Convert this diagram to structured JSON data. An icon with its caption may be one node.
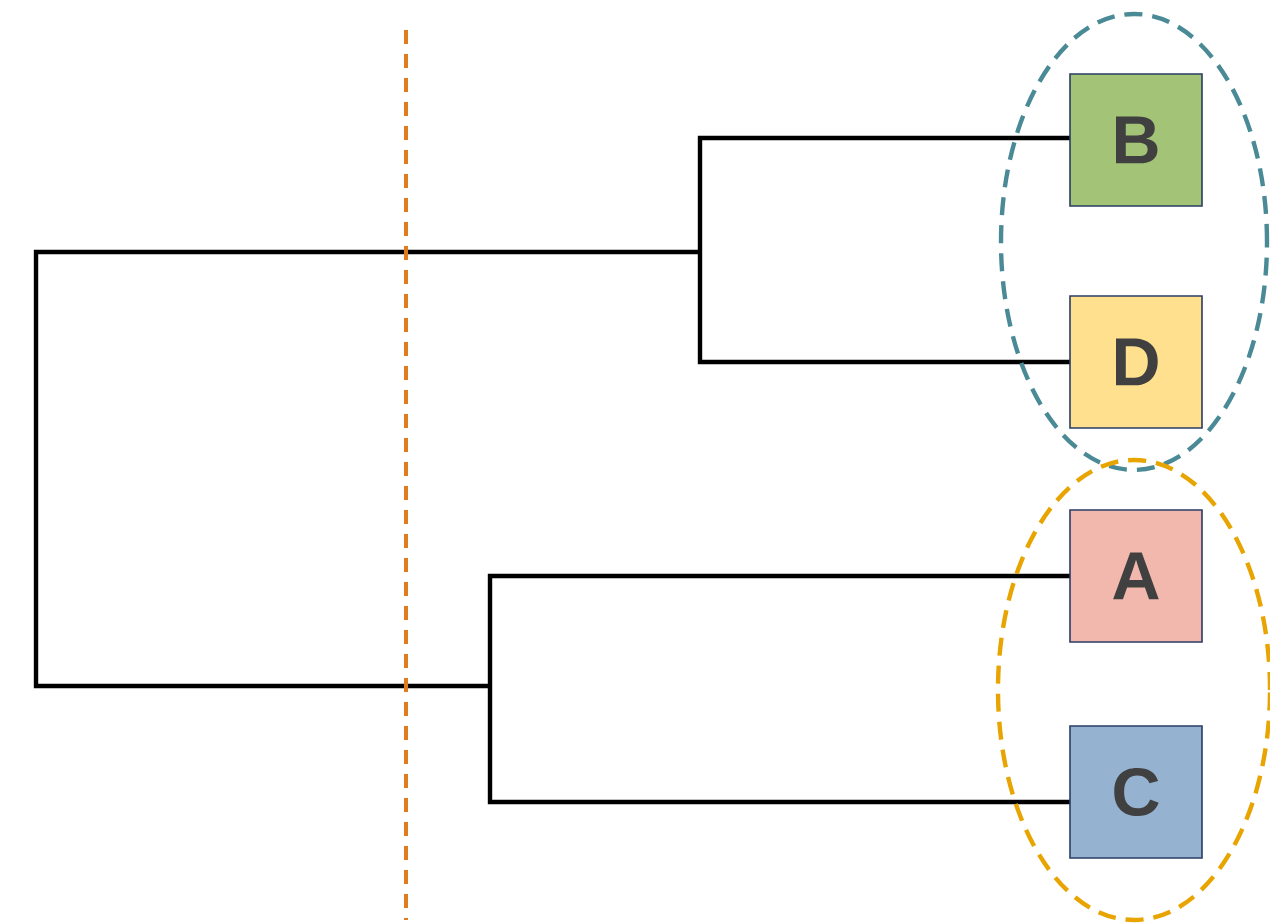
{
  "diagram": {
    "nodes": [
      {
        "text": [],
        "shape": "ellipse"
      },
      {
        "text": [
          "B"
        ],
        "in": 0
      },
      {
        "text": [
          "D"
        ],
        "in": 0
      },
      {
        "text": [],
        "shape": "ellipse"
      },
      {
        "text": [
          "A"
        ],
        "in": 3
      },
      {
        "text": [
          "C"
        ],
        "in": 3
      }
    ]
  }
}
